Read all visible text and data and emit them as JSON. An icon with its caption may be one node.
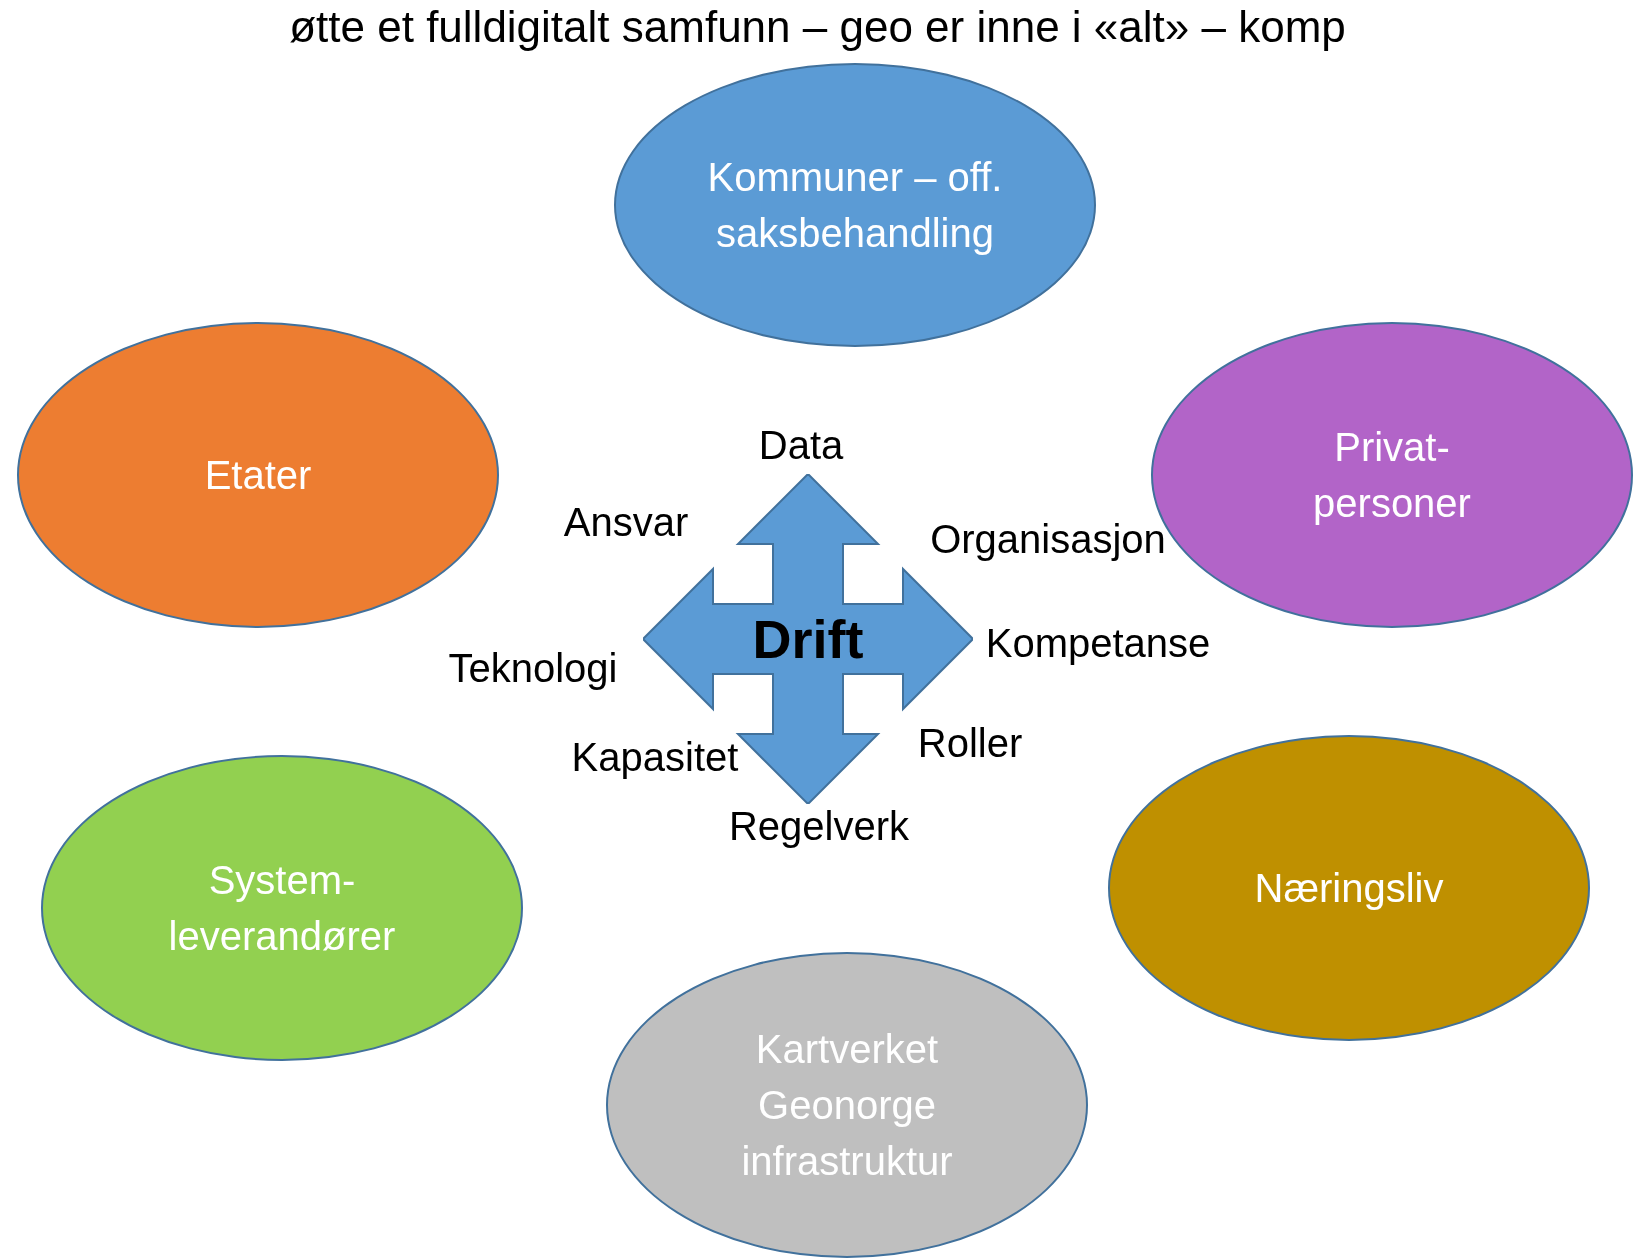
{
  "diagram": {
    "title": "øtte et fulldigitalt samfunn – geo er inne i «alt» – komp",
    "nodes": [
      {
        "text": [
          "Kommuner – off. saksbehandling"
        ]
      },
      {
        "text": [
          "Etater"
        ]
      },
      {
        "text": [
          "Privat-personer"
        ]
      },
      {
        "text": [
          "Drift"
        ]
      },
      {
        "text": [
          "System-leverandører"
        ]
      },
      {
        "text": [
          "Næringsliv"
        ]
      },
      {
        "text": [
          "Kartverket Geonorge infrastruktur"
        ]
      }
    ],
    "labels": [
      "Data",
      "Ansvar",
      "Organisasjon",
      "Kompetanse",
      "Teknologi",
      "Roller",
      "Kapasitet",
      "Regelverk"
    ]
  }
}
